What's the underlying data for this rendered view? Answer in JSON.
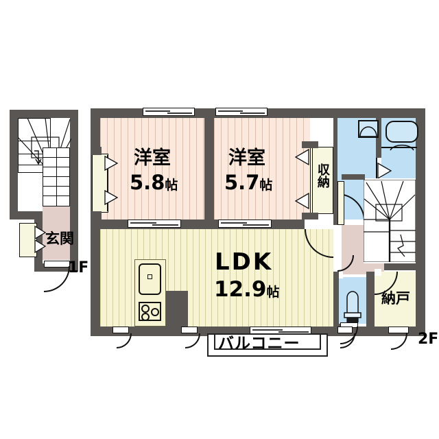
{
  "plan": {
    "title": "Japanese apartment floor plan (madori)",
    "floor_labels": {
      "first": "1F",
      "second": "2F"
    },
    "rooms": [
      {
        "key": "bedroom_left",
        "name": "洋室",
        "size": "5.8",
        "unit": "帖",
        "type": "western-room"
      },
      {
        "key": "bedroom_right",
        "name": "洋室",
        "size": "5.7",
        "unit": "帖",
        "type": "western-room"
      },
      {
        "key": "living",
        "name": "LDK",
        "size": "12.9",
        "unit": "帖",
        "type": "living-dining-kitchen"
      },
      {
        "key": "closet",
        "name": "収納",
        "size": "",
        "unit": "",
        "type": "storage-closet"
      },
      {
        "key": "storeroom",
        "name": "納戸",
        "size": "",
        "unit": "",
        "type": "storeroom"
      },
      {
        "key": "entrance",
        "name": "玄関",
        "size": "",
        "unit": "",
        "type": "genkan-entrance"
      },
      {
        "key": "balcony",
        "name": "バルコニー",
        "size": "",
        "unit": "",
        "type": "balcony"
      }
    ],
    "labels": {
      "bedroom_left_name": "洋室",
      "bedroom_left_size": "5.8",
      "bedroom_left_unit": "帖",
      "bedroom_right_name": "洋室",
      "bedroom_right_size": "5.7",
      "bedroom_right_unit": "帖",
      "ldk_name": "LDK",
      "ldk_size": "12.9",
      "ldk_unit": "帖",
      "closet_name": "収納",
      "storeroom_name": "納戸",
      "entrance_name": "玄関",
      "balcony_name": "バルコニー",
      "floor_1f": "1F",
      "floor_2f": "2F"
    },
    "fixtures": [
      {
        "name": "kitchen-sink",
        "room": "living"
      },
      {
        "name": "gas-stove-3-burner",
        "room": "living"
      },
      {
        "name": "bathtub",
        "room": "bathroom"
      },
      {
        "name": "washbasin",
        "room": "washroom"
      },
      {
        "name": "toilet",
        "room": "toilet"
      },
      {
        "name": "staircase-1f",
        "room": "entrance-hall"
      },
      {
        "name": "staircase-2f",
        "room": "hall"
      }
    ],
    "colors": {
      "wall": "#5a5654",
      "tatami_floor": "#fbe9dd",
      "ldk_floor": "#f6f4d2",
      "hall_floor": "#e2cfc9",
      "water_area": "#bfdff5",
      "closet_floor": "#f7f6de",
      "background": "#ffffff",
      "line": "#111111"
    }
  }
}
